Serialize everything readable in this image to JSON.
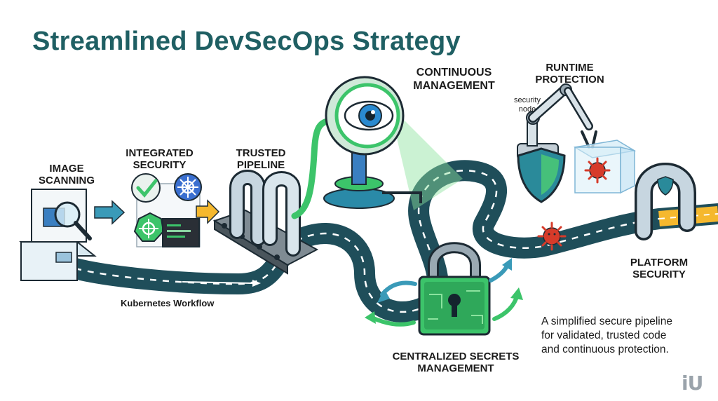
{
  "title": "Streamlined DevSecOps Strategy",
  "labels": {
    "image_scanning": [
      "IMAGE",
      "SCANNING"
    ],
    "integrated_security": [
      "INTEGRATED",
      "SECURITY"
    ],
    "trusted_pipeline": [
      "TRUSTED",
      "PIPELINE"
    ],
    "continuous_management": [
      "CONTINUOUS",
      "MANAGEMENT"
    ],
    "runtime_protection": [
      "RUNTIME",
      "PROTECTION"
    ],
    "security_node": [
      "security",
      "node"
    ],
    "platform_security": [
      "PLATFORM",
      "SECURITY"
    ],
    "centralized_secrets": [
      "CENTRALIZED SECRETS",
      "MANAGEMENT"
    ],
    "kubernetes_workflow": "Kubernetes Workflow"
  },
  "caption": [
    "A simplified secure pipeline",
    "for validated, trusted code",
    "and continuous protection."
  ],
  "logo": "iU",
  "colors": {
    "title": "#1f5f63",
    "road": "#1f4e5a",
    "road_stripe": "#ffffff",
    "accent_green": "#3cc46a",
    "accent_blue": "#3a7fc1",
    "arrow_orange": "#f5b82e",
    "threat_red": "#d63b2a"
  },
  "icons": [
    "magnifier-icon",
    "checkmark-icon",
    "kubernetes-helm-icon",
    "terminal-icon",
    "conveyor-icon",
    "eye-icon",
    "robot-arm-icon",
    "shield-icon",
    "virus-icon",
    "padlock-icon",
    "gate-arch-icon"
  ]
}
